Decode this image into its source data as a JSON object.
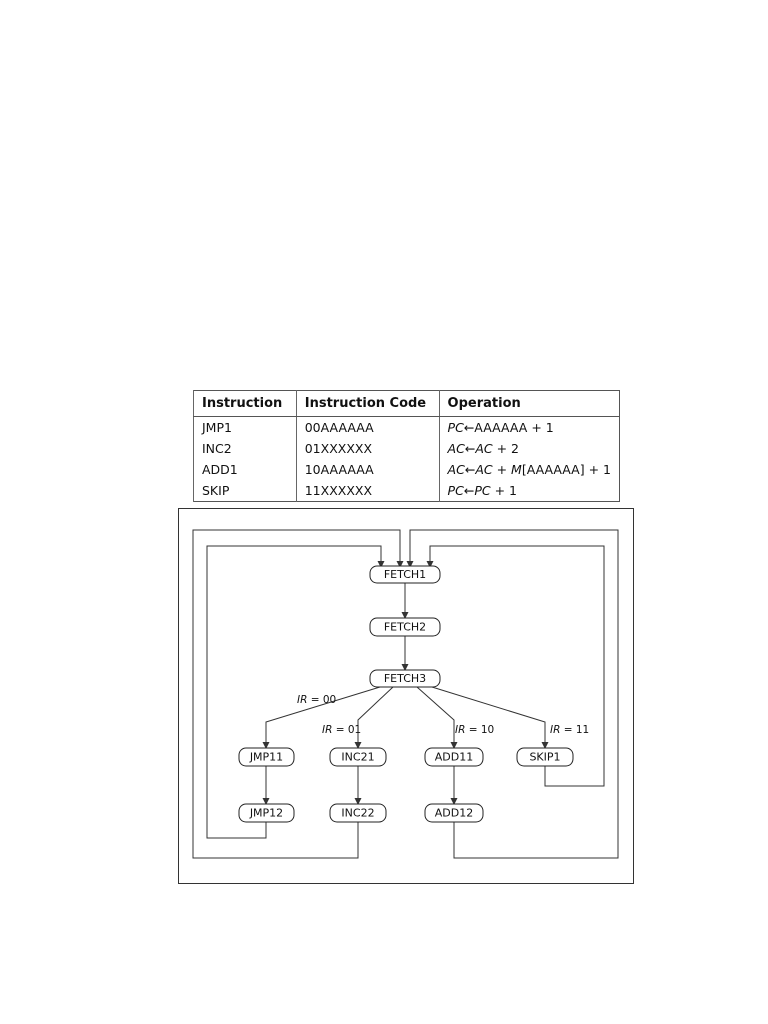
{
  "table": {
    "headers": [
      "Instruction",
      "Instruction Code",
      "Operation"
    ],
    "rows": [
      {
        "instruction": "JMP1",
        "code": "00AAAAAA",
        "op_var": "PC",
        "op_rest": "←AAAAAA + 1"
      },
      {
        "instruction": "INC2",
        "code": "01XXXXXX",
        "op_var": "AC",
        "op_arrow": "←",
        "op_var2": "AC",
        "op_rest": " + 2"
      },
      {
        "instruction": "ADD1",
        "code": "10AAAAAA",
        "op_var": "AC",
        "op_arrow": "←",
        "op_var2": "AC",
        "op_mid": " + ",
        "op_var3": "M",
        "op_rest": "[AAAAAA] + 1"
      },
      {
        "instruction": "SKIP",
        "code": "11XXXXXX",
        "op_var": "PC",
        "op_arrow": "←",
        "op_var2": "PC",
        "op_rest": " + 1"
      }
    ]
  },
  "diagram": {
    "nodes": {
      "fetch1": "FETCH1",
      "fetch2": "FETCH2",
      "fetch3": "FETCH3",
      "jmp11": "JMP11",
      "jmp12": "JMP12",
      "inc21": "INC21",
      "inc22": "INC22",
      "add11": "ADD11",
      "add12": "ADD12",
      "skip1": "SKIP1"
    },
    "edge_labels": {
      "ir00": {
        "var": "IR",
        "rest": " = 00"
      },
      "ir01": {
        "var": "IR",
        "rest": " = 01"
      },
      "ir10": {
        "var": "IR",
        "rest": " = 10"
      },
      "ir11": {
        "var": "IR",
        "rest": " = 11"
      }
    }
  }
}
